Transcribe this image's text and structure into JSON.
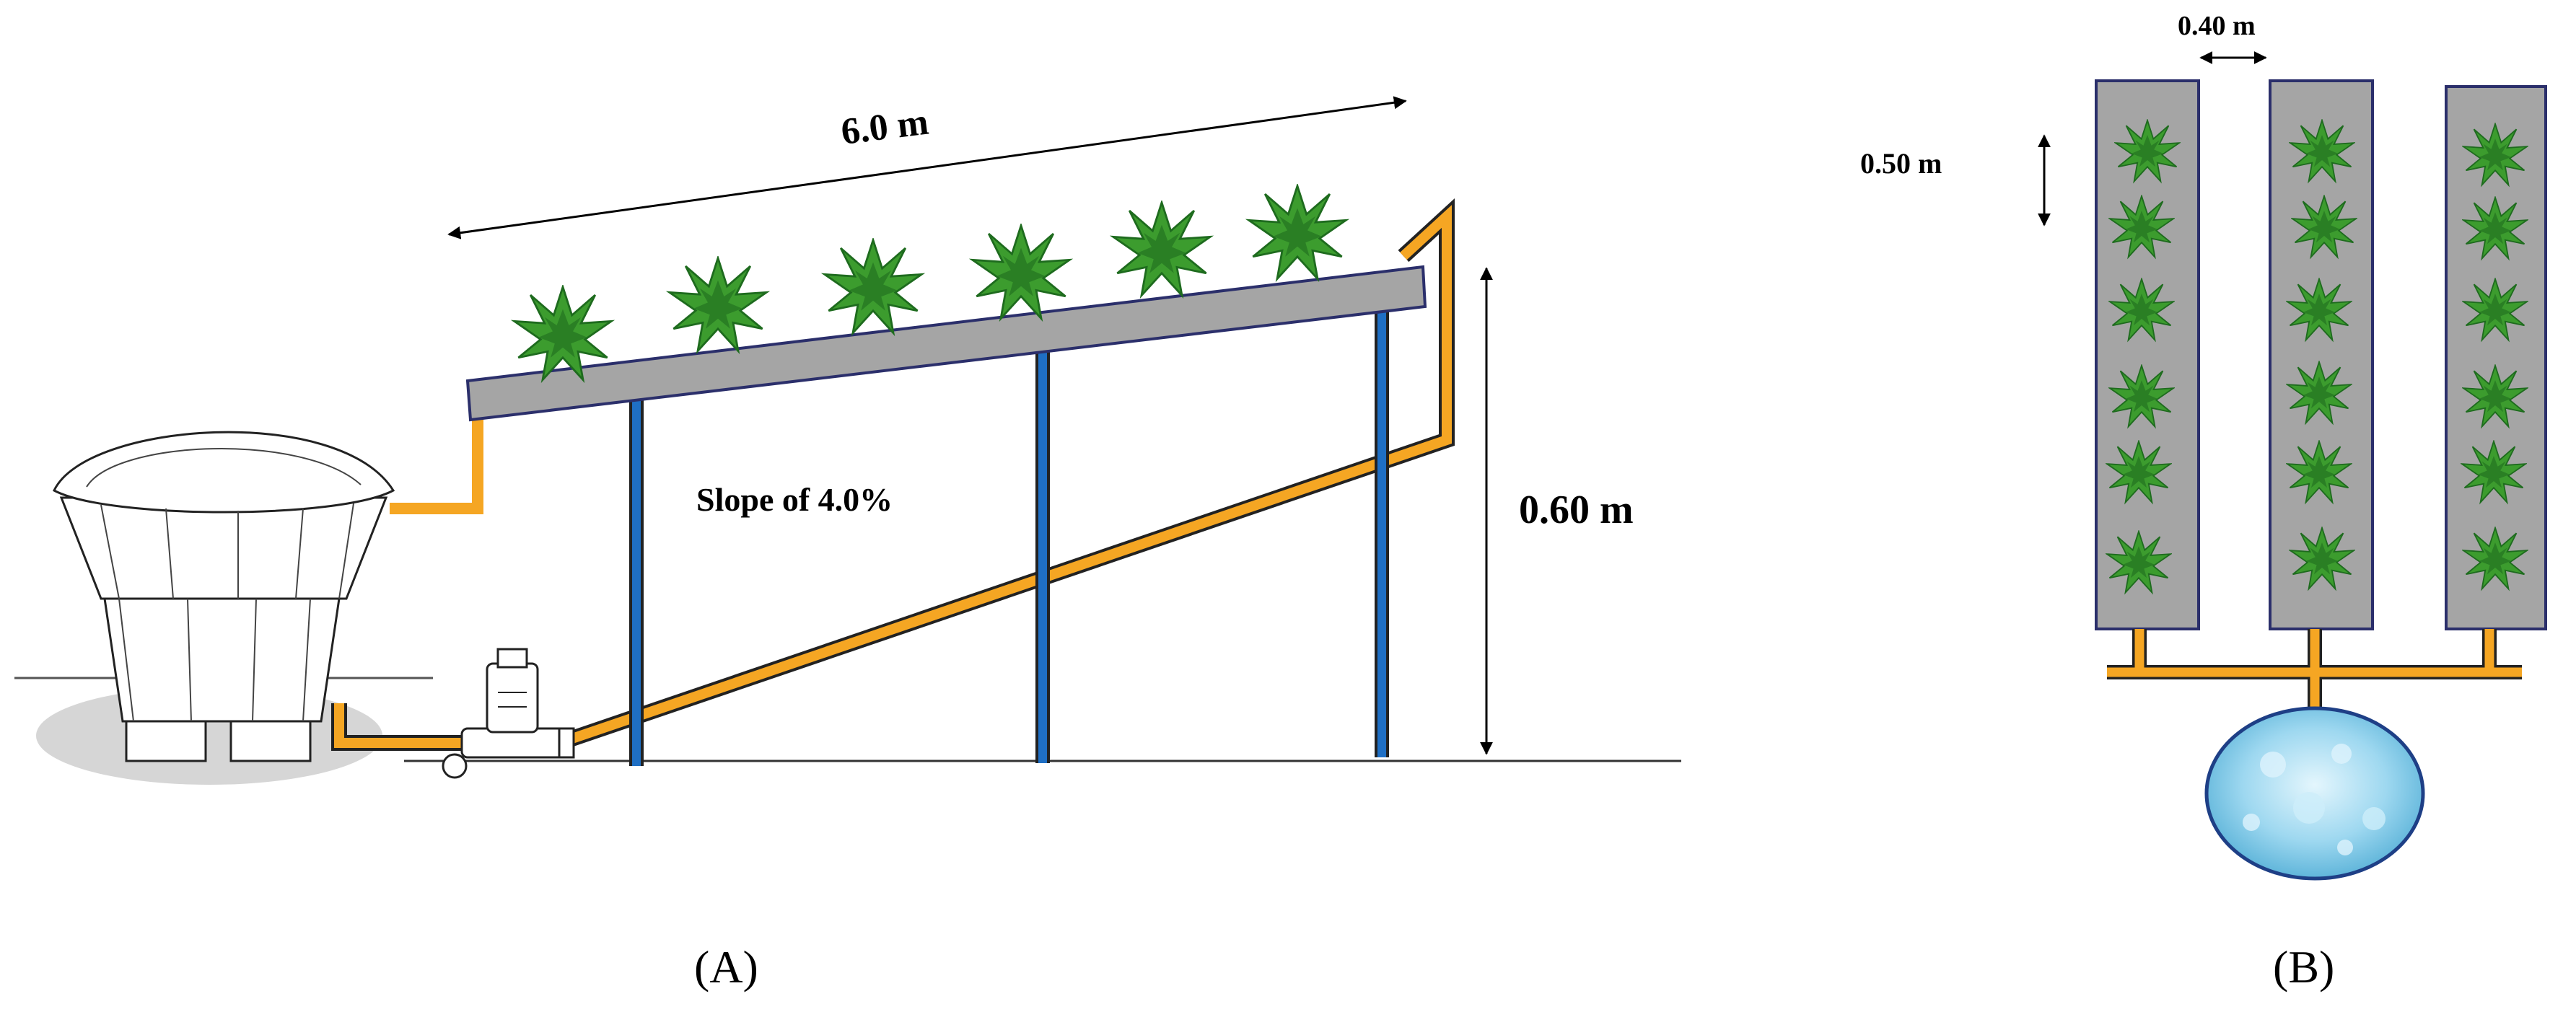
{
  "panel_a": {
    "label": "(A)",
    "length_label": "6.0 m",
    "height_label": "0.60 m",
    "slope_label": "Slope of 4.0%"
  },
  "panel_b": {
    "label": "(B)",
    "width_label": "0.40 m",
    "spacing_label": "0.50 m"
  },
  "colors": {
    "pipe": "#F5A623",
    "support": "#1F6FC4",
    "channel": "#A0A0A0",
    "plant": "#2E8B2E",
    "water": "#8FD3EE"
  }
}
